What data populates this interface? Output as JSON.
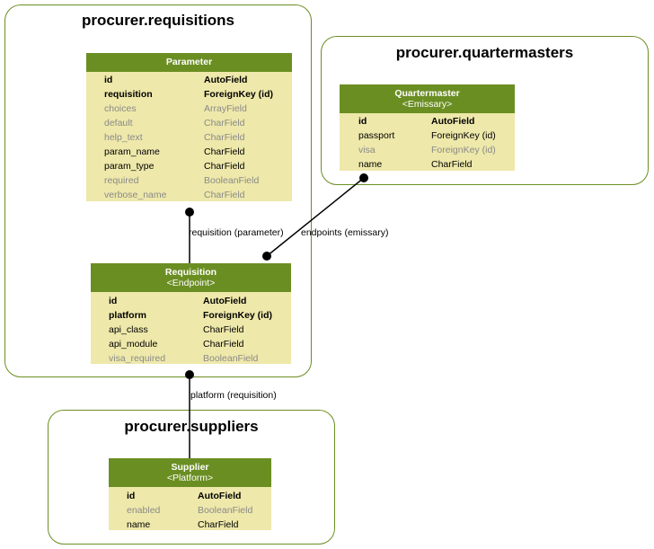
{
  "clusters": {
    "requisitions": {
      "title": "procurer.requisitions"
    },
    "quartermasters": {
      "title": "procurer.quartermasters"
    },
    "suppliers": {
      "title": "procurer.suppliers"
    }
  },
  "models": {
    "parameter": {
      "title": "Parameter",
      "fields": [
        {
          "name": "id",
          "type": "AutoField",
          "style": "pk"
        },
        {
          "name": "requisition",
          "type": "ForeignKey (id)",
          "style": "pk"
        },
        {
          "name": "choices",
          "type": "ArrayField",
          "style": "opt"
        },
        {
          "name": "default",
          "type": "CharField",
          "style": "opt"
        },
        {
          "name": "help_text",
          "type": "CharField",
          "style": "opt"
        },
        {
          "name": "param_name",
          "type": "CharField",
          "style": "req"
        },
        {
          "name": "param_type",
          "type": "CharField",
          "style": "req"
        },
        {
          "name": "required",
          "type": "BooleanField",
          "style": "opt"
        },
        {
          "name": "verbose_name",
          "type": "CharField",
          "style": "opt"
        }
      ]
    },
    "requisition": {
      "title": "Requisition",
      "subtitle": "<Endpoint>",
      "fields": [
        {
          "name": "id",
          "type": "AutoField",
          "style": "pk"
        },
        {
          "name": "platform",
          "type": "ForeignKey (id)",
          "style": "pk"
        },
        {
          "name": "api_class",
          "type": "CharField",
          "style": "req"
        },
        {
          "name": "api_module",
          "type": "CharField",
          "style": "req"
        },
        {
          "name": "visa_required",
          "type": "BooleanField",
          "style": "opt"
        }
      ]
    },
    "quartermaster": {
      "title": "Quartermaster",
      "subtitle": "<Emissary>",
      "fields": [
        {
          "name": "id",
          "type": "AutoField",
          "style": "pk"
        },
        {
          "name": "passport",
          "type": "ForeignKey (id)",
          "style": "req"
        },
        {
          "name": "visa",
          "type": "ForeignKey (id)",
          "style": "opt"
        },
        {
          "name": "name",
          "type": "CharField",
          "style": "req"
        }
      ]
    },
    "supplier": {
      "title": "Supplier",
      "subtitle": "<Platform>",
      "fields": [
        {
          "name": "id",
          "type": "AutoField",
          "style": "pk"
        },
        {
          "name": "enabled",
          "type": "BooleanField",
          "style": "opt"
        },
        {
          "name": "name",
          "type": "CharField",
          "style": "req"
        }
      ]
    }
  },
  "edges": {
    "parameter_requisition": "requisition (parameter)",
    "requisition_quartermaster": "endpoints (emissary)",
    "requisition_supplier": "platform (requisition)"
  }
}
